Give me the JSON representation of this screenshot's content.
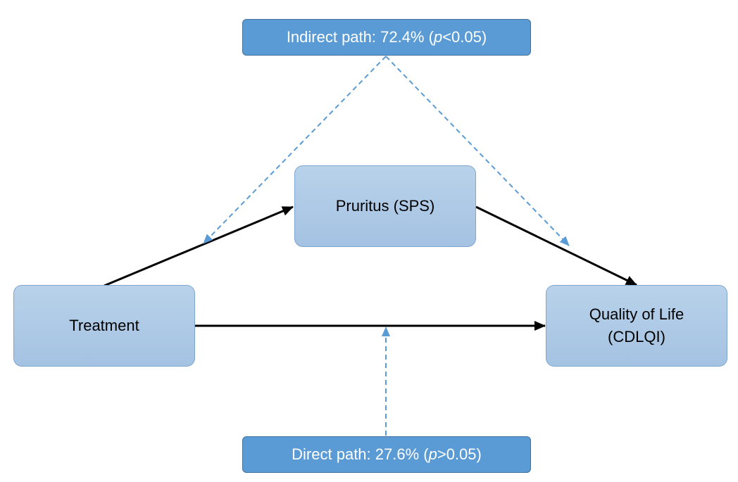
{
  "nodes": {
    "mediator": "Pruritus (SPS)",
    "exposure": "Treatment",
    "outcome_line1": "Quality of Life",
    "outcome_line2": "(CDLQI)"
  },
  "paths": {
    "indirect_prefix": "Indirect path: 72.4% (",
    "indirect_p": "p",
    "indirect_suffix": "<0.05)",
    "direct_prefix": "Direct path: 27.6% (",
    "direct_p": "p",
    "direct_suffix": ">0.05)"
  },
  "colors": {
    "solid_arrow": "#000000",
    "dashed_arrow": "#5b9bd5",
    "label_fill": "#5b9bd5",
    "node_fill": "#aec9e6"
  }
}
